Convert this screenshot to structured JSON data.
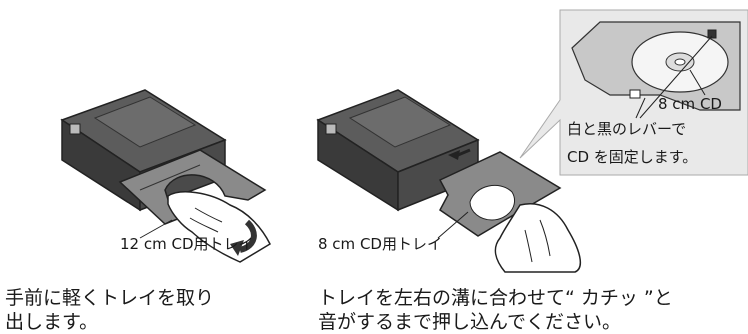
{
  "left": {
    "tray_label": "12 cm CD用トレイ",
    "instruction_line1": "手前に軽くトレイを取り",
    "instruction_line2": "出します。"
  },
  "right": {
    "tray_label": "8 cm CD用トレイ",
    "instruction_line1": "トレイを左右の溝に合わせて“ カチッ ”と",
    "instruction_line2": "音がするまで押し込んでください。"
  },
  "callout": {
    "disc_label": "8 cm CD",
    "lever_line1": "白と黒のレバーで",
    "lever_line2": "CD を固定します。"
  }
}
